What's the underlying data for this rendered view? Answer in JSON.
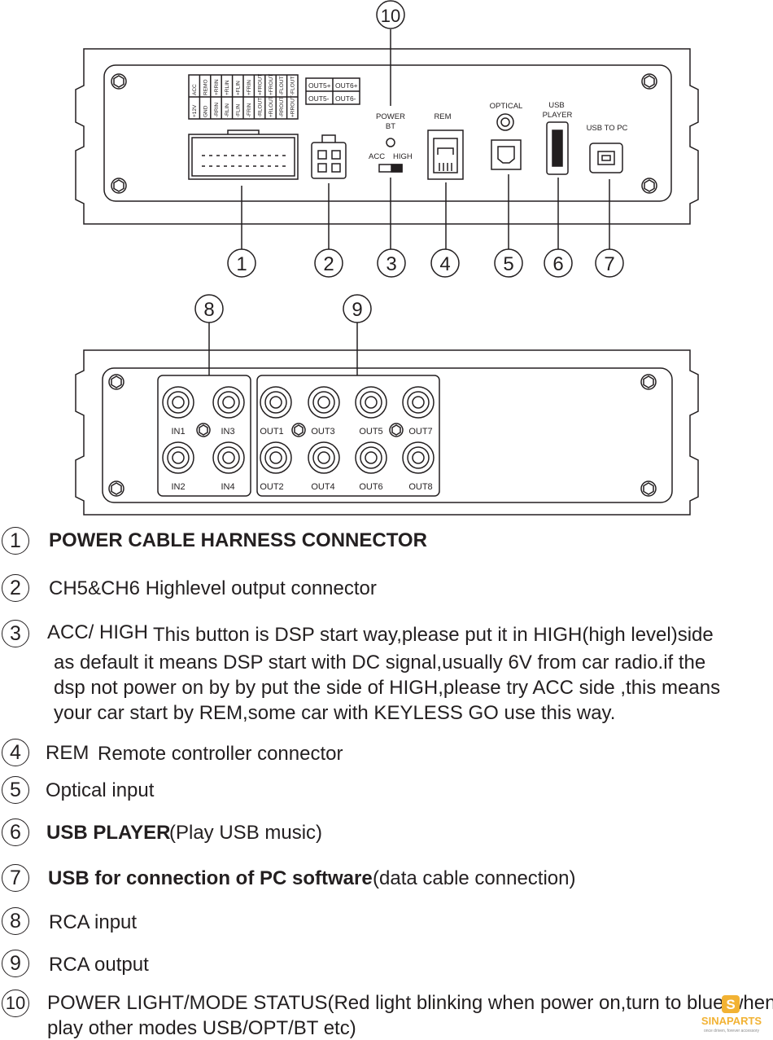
{
  "panel_top": {
    "harness_pins_top": [
      "ACC",
      "REMO",
      "+RRIN",
      "+RLIN",
      "+FLIN",
      "+FRIN",
      "+FROUT",
      "+FROUT",
      "-FLOUT",
      "-FLOUT"
    ],
    "harness_pins_bottom": [
      "+12V",
      "GND",
      "-RRIN",
      "-RLIN",
      "-FLIN",
      "-FRIN",
      "-RLOUT",
      "+RLOUT",
      "-RROUT",
      "+RROUT"
    ],
    "out_labels": [
      "OUT5+",
      "OUT6+",
      "OUT5-",
      "OUT6-"
    ],
    "power_label_1": "POWER",
    "power_label_2": "BT",
    "acc_label": "ACC",
    "high_label": "HIGH",
    "rem_label": "REM",
    "optical_label": "OPTICAL",
    "usb_player_label_1": "USB",
    "usb_player_label_2": "PLAYER",
    "usb_pc_label": "USB TO PC",
    "callouts": [
      "1",
      "2",
      "3",
      "4",
      "5",
      "6",
      "7",
      "10"
    ]
  },
  "panel_bottom": {
    "inputs": [
      "IN1",
      "IN3",
      "IN2",
      "IN4"
    ],
    "outputs": [
      "OUT1",
      "OUT3",
      "OUT5",
      "OUT7",
      "OUT2",
      "OUT4",
      "OUT6",
      "OUT8"
    ],
    "callouts": [
      "8",
      "9"
    ]
  },
  "legend": [
    {
      "num": "1",
      "bold": "POWER CABLE HARNESS CONNECTOR",
      "text": ""
    },
    {
      "num": "2",
      "bold": "",
      "text": "CH5&CH6 Highlevel output connector"
    },
    {
      "num": "3",
      "bold": "ACC/ HIGH",
      "text": "This button is DSP start way,please put it in HIGH(high level)side",
      "more": [
        "as default it means DSP start with DC signal,usually 6V from car radio.if  the",
        "dsp not power on by by put the side of HIGH,please try ACC side ,this means",
        "your car start by REM,some car with KEYLESS GO use this way."
      ]
    },
    {
      "num": "4",
      "bold": "REM",
      "text": "Remote controller connector"
    },
    {
      "num": "5",
      "bold": "",
      "text": "Optical input"
    },
    {
      "num": "6",
      "bold": "USB PLAYER",
      "text": "(Play USB music)"
    },
    {
      "num": "7",
      "bold": "USB for connection of PC software",
      "text": " (data cable connection)"
    },
    {
      "num": "8",
      "bold": "",
      "text": "RCA input"
    },
    {
      "num": "9",
      "bold": "",
      "text": "RCA output"
    },
    {
      "num": "10",
      "bold": "",
      "text": "POWER LIGHT/MODE STATUS(Red light blinking when power on,turn to blue when",
      "more": [
        "play other modes USB/OPT/BT etc)"
      ]
    }
  ],
  "watermark": {
    "logo_text": "SINAPARTS",
    "tagline": "once driven, forever accessory",
    "color": "#f2b233"
  }
}
